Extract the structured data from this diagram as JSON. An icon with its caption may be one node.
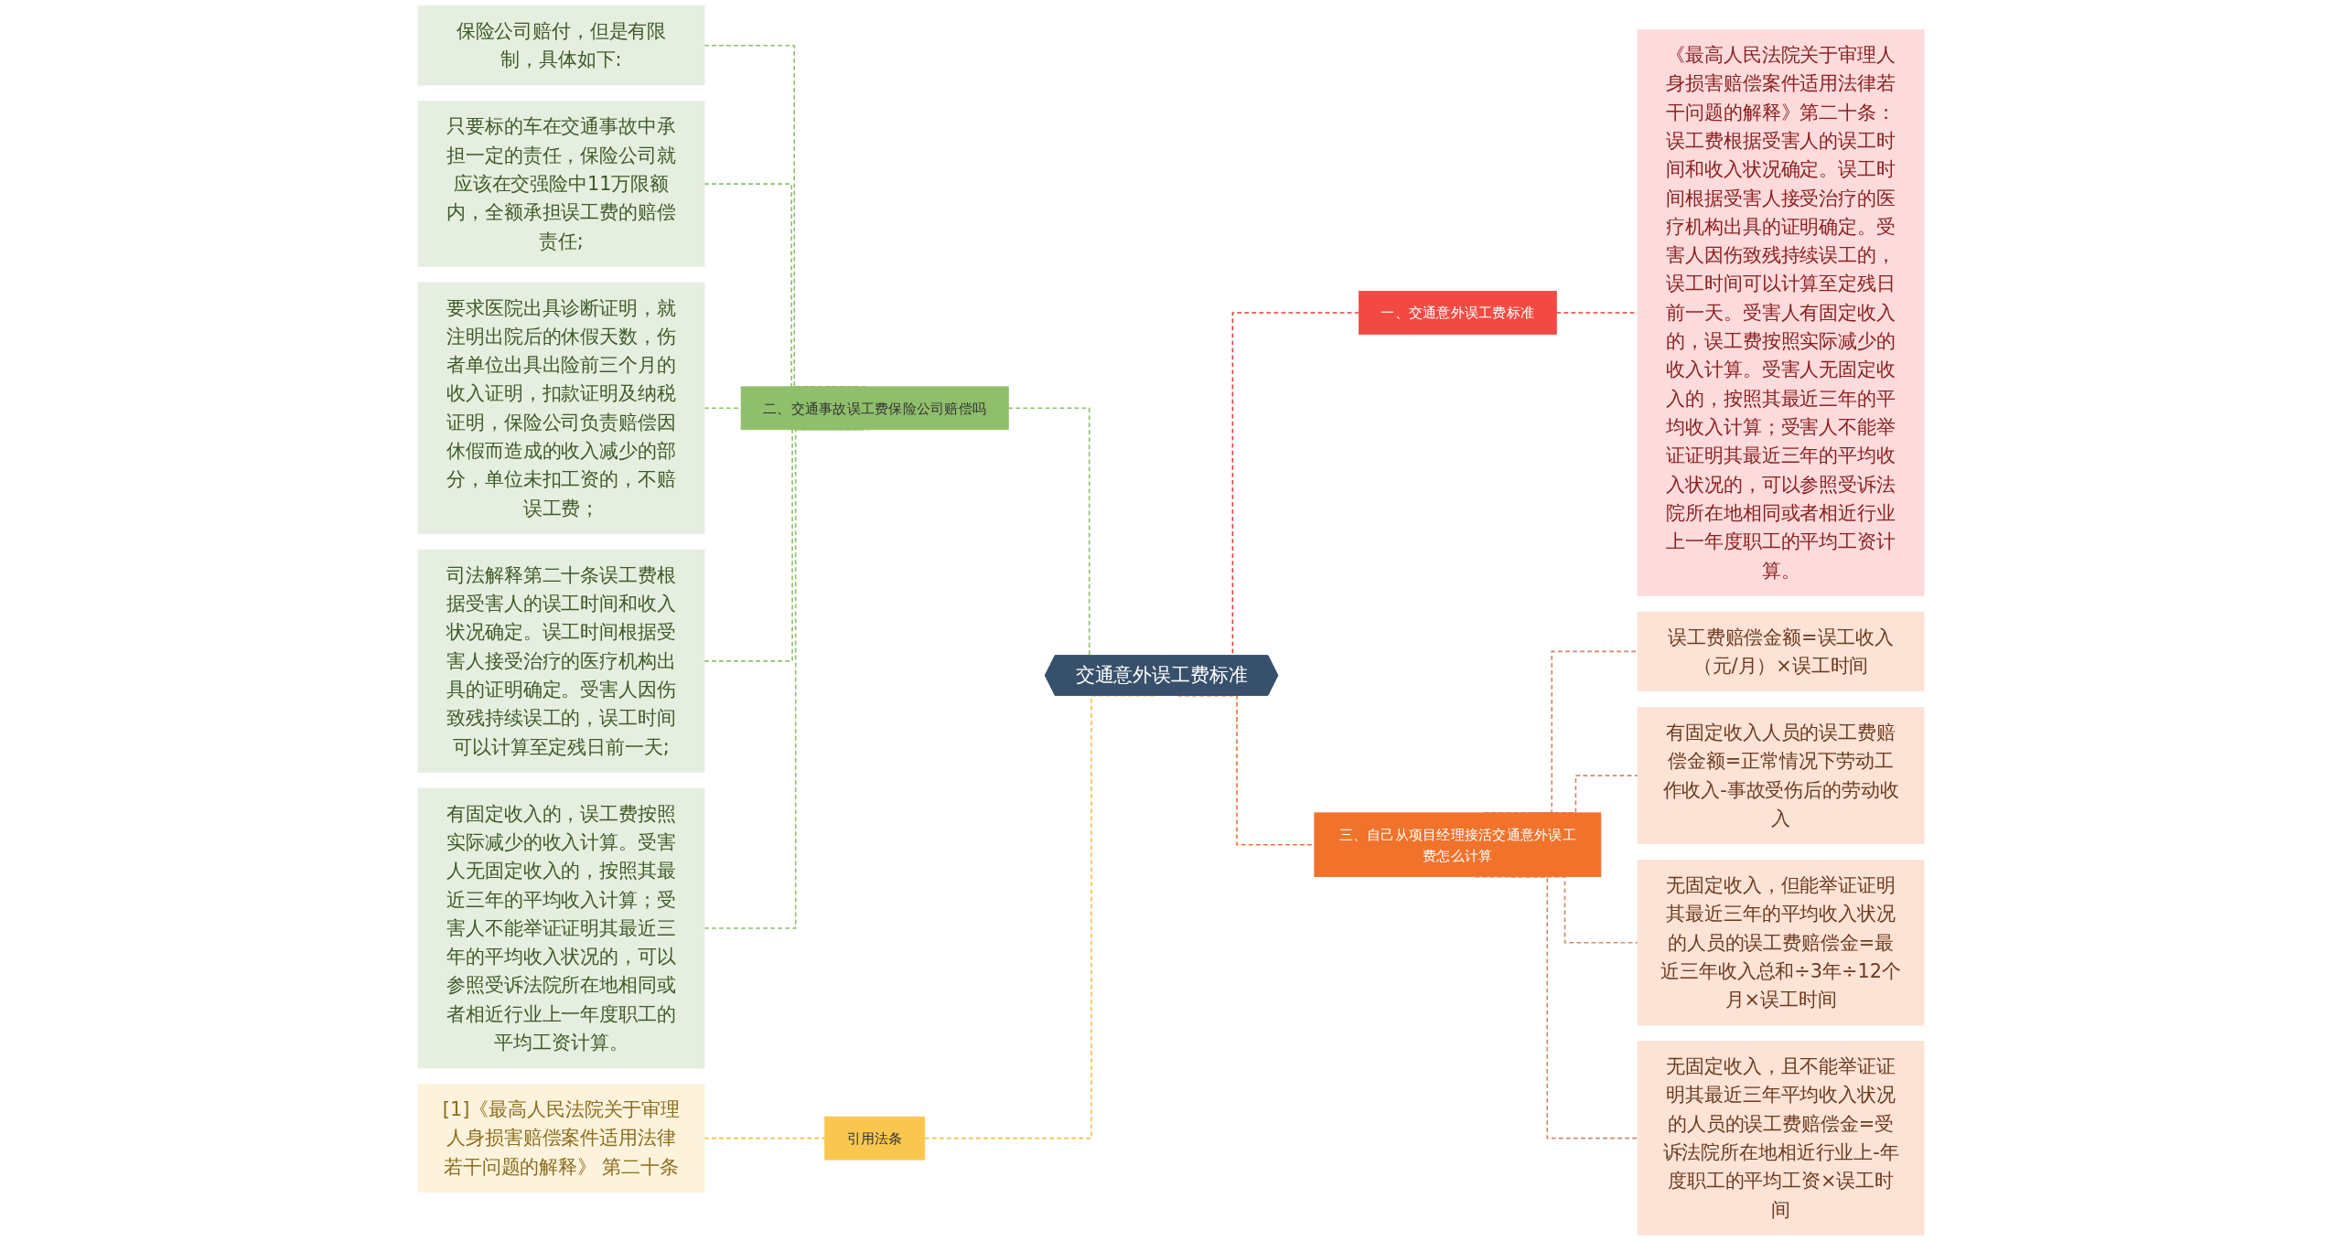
{
  "diagram": {
    "nodes": [
      {
        "text": [
          "交通意外误工费标准"
        ]
      },
      {
        "text": [
          "一、交通意外误工费标准"
        ]
      },
      {
        "text": [
          "《最高人民法院关于审理人身损害赔偿案件适用法律若干问题的解释》第二十条：误工费根据受害人的误工时间和收入状况确定。误工时间根据受害人接受治疗的医疗机构出具的证明确定。受害人因伤致残持续误工的，误工时间可以计算至定残日前一天。受害人有固定收入的，误工费按照实际减少的收入计算。受害人无固定收入的，按照其最近三年的平均收入计算；受害人不能举证证明其最近三年的平均收入状况的，可以参照受诉法院所在地相同或者相近行业上一年度职工的平均工资计算。"
        ]
      },
      {
        "text": [
          "二、交通事故误工费保险公司赔偿吗"
        ]
      },
      {
        "text": [
          "保险公司赔付，但是有限制，具体如下:"
        ]
      },
      {
        "text": [
          "只要标的车在交通事故中承担一定的责任，保险公司就应该在交强险中11万限额内，全额承担误工费的赔偿责任;"
        ]
      },
      {
        "text": [
          "要求医院出具诊断证明，就注明出院后的休假天数，伤者单位出具出险前三个月的收入证明，扣款证明及纳税证明，保险公司负责赔偿因休假而造成的收入减少的部分，单位未扣工资的，不赔误工费；"
        ]
      },
      {
        "text": [
          "司法解释第二十条误工费根据受害人的误工时间和收入状况确定。误工时间根据受害人接受治疗的医疗机构出具的证明确定。受害人因伤致残持续误工的，误工时间可以计算至定残日前一天;"
        ]
      },
      {
        "text": [
          "有固定收入的，误工费按照实际减少的收入计算。受害人无固定收入的，按照其最近三年的平均收入计算；受害人不能举证证明其最近三年的平均收入状况的，可以参照受诉法院所在地相同或者相近行业上一年度职工的平均工资计算。"
        ]
      },
      {
        "text": [
          "三、自己从项目经理接活交通意外误工费怎么计算"
        ]
      },
      {
        "text": [
          "误工费赔偿金额=误工收入（元/月）×误工时间"
        ]
      },
      {
        "text": [
          "有固定收入人员的误工费赔偿金额=正常情况下劳动工作收入-事故受伤后的劳动收入"
        ]
      },
      {
        "text": [
          "无固定收入，但能举证证明其最近三年的平均收入状况的人员的误工费赔偿金=最近三年收入总和÷3年÷12个月×误工时间"
        ]
      },
      {
        "text": [
          "无固定收入，且不能举证证明其最近三年平均收入状况的人员的误工费赔偿金=受诉法院所在地相近行业上-年度职工的平均工资×误工时间"
        ]
      },
      {
        "text": [
          "引用法条"
        ]
      },
      {
        "text": [
          "[1]《最高人民法院关于审理人身损害赔偿案件适用法律若干问题的解释》 第二十条"
        ]
      }
    ],
    "edges": [
      {
        "from": 0,
        "to": 1,
        "arrow": "none",
        "style": "dashed",
        "color": "#e0403c"
      },
      {
        "from": 1,
        "to": 2,
        "arrow": "none",
        "style": "dashed",
        "color": "#e0403c"
      },
      {
        "from": 0,
        "to": 3,
        "arrow": "none",
        "style": "dashed",
        "color": "#8fbf6a"
      },
      {
        "from": 3,
        "to": 4,
        "arrow": "none",
        "style": "dashed",
        "color": "#8fbf6a"
      },
      {
        "from": 3,
        "to": 5,
        "arrow": "none",
        "style": "dashed",
        "color": "#8fbf6a"
      },
      {
        "from": 3,
        "to": 6,
        "arrow": "none",
        "style": "dashed",
        "color": "#8fbf6a"
      },
      {
        "from": 3,
        "to": 7,
        "arrow": "none",
        "style": "dashed",
        "color": "#8fbf6a"
      },
      {
        "from": 3,
        "to": 8,
        "arrow": "none",
        "style": "dashed",
        "color": "#8fbf6a"
      },
      {
        "from": 0,
        "to": 9,
        "arrow": "none",
        "style": "dashed",
        "color": "#e9742e"
      },
      {
        "from": 9,
        "to": 10,
        "arrow": "none",
        "style": "dashed",
        "color": "#c98a6a"
      },
      {
        "from": 9,
        "to": 11,
        "arrow": "none",
        "style": "dashed",
        "color": "#c98a6a"
      },
      {
        "from": 9,
        "to": 12,
        "arrow": "none",
        "style": "dashed",
        "color": "#c98a6a"
      },
      {
        "from": 9,
        "to": 13,
        "arrow": "none",
        "style": "dashed",
        "color": "#c98a6a"
      },
      {
        "from": 0,
        "to": 14,
        "arrow": "none",
        "style": "dashed",
        "color": "#f2c04a"
      },
      {
        "from": 14,
        "to": 15,
        "arrow": "none",
        "style": "dashed",
        "color": "#f2c04a"
      }
    ]
  }
}
